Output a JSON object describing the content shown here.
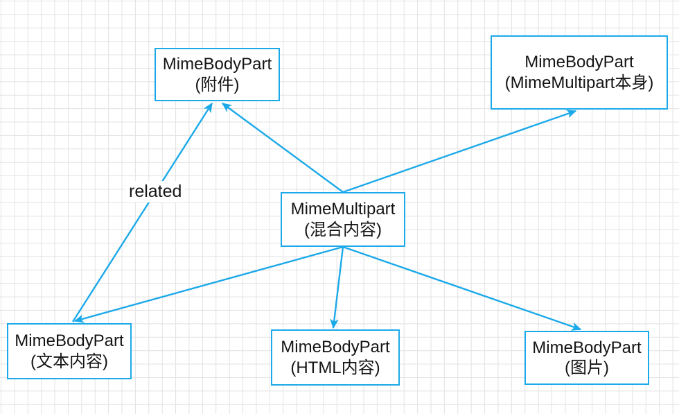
{
  "colors": {
    "accent": "#1CA9E9",
    "grid_line": "#e2e2e2",
    "text": "#141414",
    "node_bg": "#ffffff"
  },
  "nodes": {
    "attachment": {
      "title": "MimeBodyPart",
      "subtitle": "(附件)"
    },
    "multipart_self": {
      "title": "MimeBodyPart",
      "subtitle": "(MimeMultipart本身)"
    },
    "multipart": {
      "title": "MimeMultipart",
      "subtitle": "(混合内容)"
    },
    "text_content": {
      "title": "MimeBodyPart",
      "subtitle": "(文本内容)"
    },
    "html_content": {
      "title": "MimeBodyPart",
      "subtitle": "(HTML内容)"
    },
    "image": {
      "title": "MimeBodyPart",
      "subtitle": "(图片)"
    }
  },
  "edge_labels": {
    "related": "related"
  },
  "edges": [
    {
      "from": "text_content",
      "to": "attachment",
      "label": "related",
      "arrow": "end"
    },
    {
      "from": "multipart",
      "to": "attachment",
      "arrow": "end"
    },
    {
      "from": "multipart",
      "to": "multipart_self",
      "arrow": "end"
    },
    {
      "from": "multipart",
      "to": "text_content",
      "arrow": "end"
    },
    {
      "from": "multipart",
      "to": "html_content",
      "arrow": "end"
    },
    {
      "from": "multipart",
      "to": "image",
      "arrow": "end"
    }
  ]
}
